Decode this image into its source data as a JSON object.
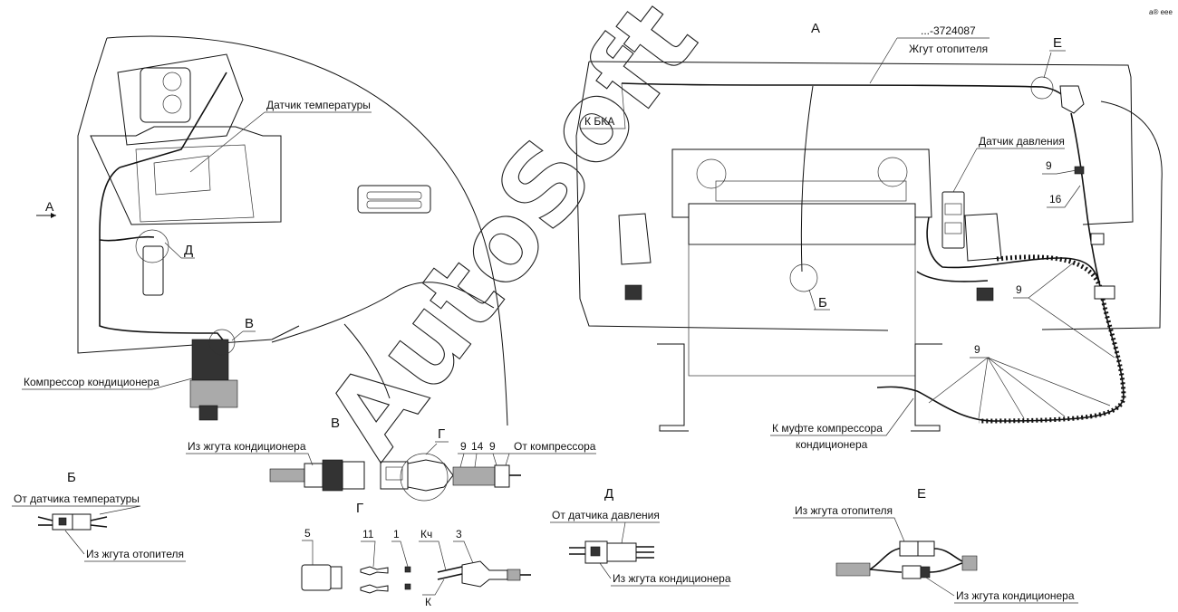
{
  "view_a": {
    "title": "А",
    "part_number": "...-3724087",
    "heater_harness": "Жгут отопителя",
    "to_bka": "К БКА",
    "pressure_sensor": "Датчик давления",
    "callout_e": "Е",
    "callout_b": "Б",
    "pos_9a": "9",
    "pos_16": "16",
    "pos_9b": "9",
    "pos_9c": "9",
    "to_clutch_line1": "К муфте компрессора",
    "to_clutch_line2": "кондиционера"
  },
  "main_view": {
    "arrow_a": "А",
    "temp_sensor": "Датчик температуры",
    "callout_d": "Д",
    "callout_v": "В",
    "compressor": "Компрессор кондиционера"
  },
  "detail_v": {
    "title": "В",
    "from_ac_harness": "Из жгута кондиционера",
    "callout_g": "Г",
    "pos_9a": "9",
    "pos_14": "14",
    "pos_9b": "9",
    "from_compressor": "От компрессора"
  },
  "detail_b": {
    "title": "Б",
    "from_temp_sensor": "От датчика температуры",
    "from_heater_harness": "Из жгута отопителя"
  },
  "detail_g": {
    "title": "Г",
    "pos_5": "5",
    "pos_11": "11",
    "pos_1": "1",
    "pos_kch": "Кч",
    "pos_3": "3",
    "pos_k": "К"
  },
  "detail_d": {
    "title": "Д",
    "from_pressure_sensor": "От датчика давления",
    "from_ac_harness": "Из жгута кондиционера"
  },
  "detail_e": {
    "title": "Е",
    "from_heater_harness": "Из жгута отопителя",
    "from_ac_harness": "Из жгута кондиционера"
  },
  "watermark": "AutoSoft",
  "corner_mark": "a® eee"
}
